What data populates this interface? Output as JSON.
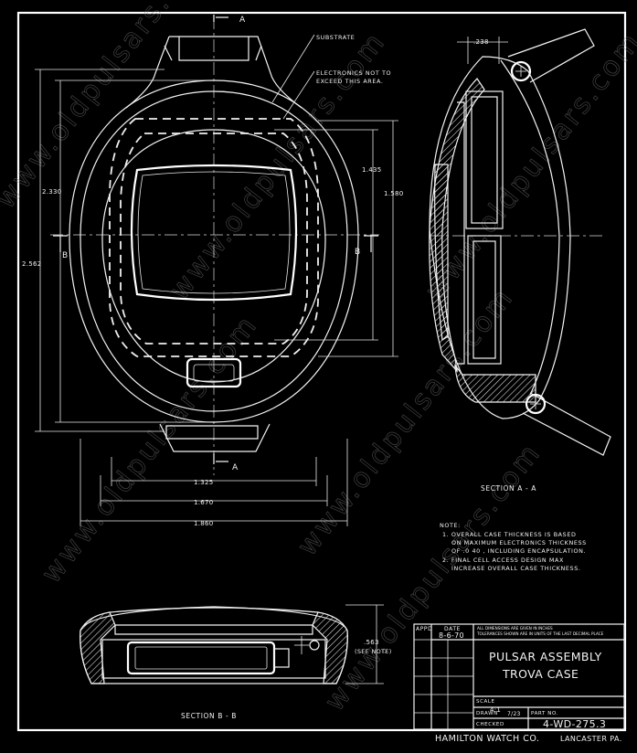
{
  "title_block": {
    "appd_label": "APPD",
    "date_label": "DATE",
    "date_value": "8-6-70",
    "dimension_note_line1": "ALL DIMENSIONS ARE GIVEN IN INCHES",
    "dimension_note_line2": "TOLERANCES SHOWN ARE IN UNITS OF THE LAST DECIMAL PLACE",
    "title_line1": "PULSAR ASSEMBLY",
    "title_line2": "TROVA CASE",
    "scale_label": "SCALE",
    "scale_value": "4:1",
    "drawn_label": "DRAWN",
    "drawn_value": "7/23",
    "checked_label": "CHECKED",
    "part_no_label": "PART NO.",
    "part_no_value": "4-WD-275.3",
    "company": "HAMILTON WATCH CO.",
    "location": "LANCASTER PA."
  },
  "labels": {
    "substrate": "SUBSTRATE",
    "electronics_line1": "ELECTRONICS NOT TO",
    "electronics_line2": "EXCEED THIS AREA.",
    "section_aa": "SECTION  A - A",
    "section_bb": "SECTION   B - B",
    "cut_a": "A",
    "cut_b": "B"
  },
  "dimensions": {
    "overall_height": "2.562",
    "inner_height": "2.330",
    "display_height": "1.435",
    "electronics_height": "1.580",
    "width_inner": "1.325",
    "width_mid": "1.670",
    "width_outer": "1.860",
    "side_offset": ".238",
    "section_thickness": ".563",
    "section_thickness_note": "(SEE NOTE)"
  },
  "notes": {
    "heading": "NOTE:",
    "items": [
      [
        "1. OVERALL CASE THICKNESS IS BASED",
        "ON MAXIMUM ELECTRONICS THICKNESS",
        "OF .0 40 , INCLUDING ENCAPSULATION."
      ],
      [
        "2. FINAL CELL ACCESS DESIGN MAX",
        "INCREASE OVERALL CASE THICKNESS."
      ]
    ]
  },
  "watermark": "www.oldpulsars.com"
}
